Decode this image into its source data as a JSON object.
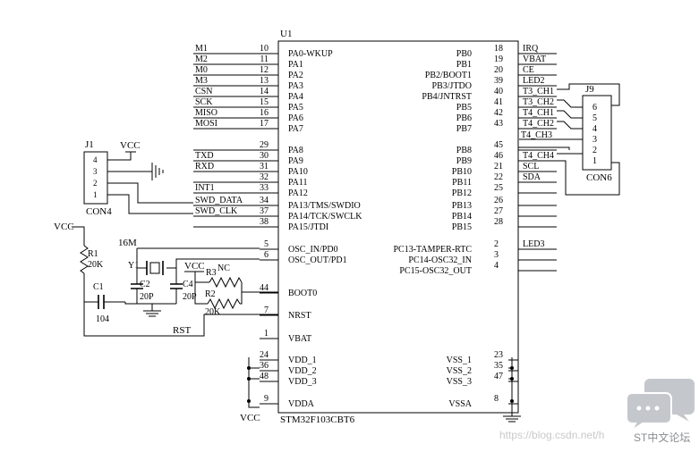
{
  "chip": {
    "ref": "U1",
    "part": "STM32F103CBT6",
    "left_pins": [
      {
        "net": "M1",
        "num": "10",
        "name": "PA0-WKUP"
      },
      {
        "net": "M2",
        "num": "11",
        "name": "PA1"
      },
      {
        "net": "M0",
        "num": "12",
        "name": "PA2"
      },
      {
        "net": "M3",
        "num": "13",
        "name": "PA3"
      },
      {
        "net": "CSN",
        "num": "14",
        "name": "PA4"
      },
      {
        "net": "SCK",
        "num": "15",
        "name": "PA5"
      },
      {
        "net": "MISO",
        "num": "16",
        "name": "PA6"
      },
      {
        "net": "MOSI",
        "num": "17",
        "name": "PA7"
      },
      {
        "net": "",
        "num": "29",
        "name": "PA8"
      },
      {
        "net": "TXD",
        "num": "30",
        "name": "PA9"
      },
      {
        "net": "RXD",
        "num": "31",
        "name": "PA10"
      },
      {
        "net": "",
        "num": "32",
        "name": "PA11"
      },
      {
        "net": "INT1",
        "num": "33",
        "name": "PA12"
      },
      {
        "net": "SWD_DATA",
        "num": "34",
        "name": "PA13/TMS/SWDIO"
      },
      {
        "net": "SWD_CLK",
        "num": "37",
        "name": "PA14/TCK/SWCLK"
      },
      {
        "net": "",
        "num": "38",
        "name": "PA15/JTDI"
      },
      {
        "net": "16M",
        "num": "5",
        "name": "OSC_IN/PD0"
      },
      {
        "net": "",
        "num": "6",
        "name": "OSC_OUT/PD1"
      },
      {
        "net": "",
        "num": "44",
        "name": "BOOT0"
      },
      {
        "net": "",
        "num": "7",
        "name": "NRST"
      },
      {
        "net": "",
        "num": "1",
        "name": "VBAT"
      },
      {
        "net": "",
        "num": "24",
        "name": "VDD_1"
      },
      {
        "net": "",
        "num": "36",
        "name": "VDD_2"
      },
      {
        "net": "",
        "num": "48",
        "name": "VDD_3"
      },
      {
        "net": "",
        "num": "9",
        "name": "VDDA"
      }
    ],
    "right_pins": [
      {
        "name": "PB0",
        "num": "18",
        "net": "IRQ"
      },
      {
        "name": "PB1",
        "num": "19",
        "net": "VBAT"
      },
      {
        "name": "PB2/BOOT1",
        "num": "20",
        "net": "CE"
      },
      {
        "name": "PB3/JTDO",
        "num": "39",
        "net": "LED2"
      },
      {
        "name": "PB4/JNTRST",
        "num": "40",
        "net": "T3_CH1"
      },
      {
        "name": "PB5",
        "num": "41",
        "net": "T3_CH2"
      },
      {
        "name": "PB6",
        "num": "42",
        "net": "T4_CH1"
      },
      {
        "name": "PB7",
        "num": "43",
        "net": "T4_CH2"
      },
      {
        "name": "PB8",
        "num": "45",
        "net": ""
      },
      {
        "name": "PB9",
        "num": "46",
        "net": "T4_CH4"
      },
      {
        "name": "PB10",
        "num": "21",
        "net": "SCL"
      },
      {
        "name": "PB11",
        "num": "22",
        "net": "SDA"
      },
      {
        "name": "PB12",
        "num": "25",
        "net": ""
      },
      {
        "name": "PB13",
        "num": "26",
        "net": ""
      },
      {
        "name": "PB14",
        "num": "27",
        "net": ""
      },
      {
        "name": "PB15",
        "num": "28",
        "net": ""
      },
      {
        "name": "PC13-TAMPER-RTC",
        "num": "2",
        "net": "LED3"
      },
      {
        "name": "PC14-OSC32_IN",
        "num": "3",
        "net": ""
      },
      {
        "name": "PC15-OSC32_OUT",
        "num": "4",
        "net": ""
      },
      {
        "name": "VSS_1",
        "num": "23",
        "net": ""
      },
      {
        "name": "VSS_2",
        "num": "35",
        "net": ""
      },
      {
        "name": "VSS_3",
        "num": "47",
        "net": ""
      },
      {
        "name": "VSSA",
        "num": "8",
        "net": ""
      }
    ]
  },
  "j9": {
    "ref": "J9",
    "part": "CON6",
    "pins": [
      "6",
      "5",
      "4",
      "3",
      "2",
      "1"
    ],
    "extra_net": "T4_CH3"
  },
  "j1": {
    "ref": "J1",
    "part": "CON4",
    "pins": [
      "4",
      "3",
      "2",
      "1"
    ],
    "vcc": "VCC"
  },
  "passives": {
    "vcc_left": "VCC",
    "r1_ref": "R1",
    "r1_val": "20K",
    "c1_ref": "C1",
    "c1_val": "104",
    "y1_ref": "Y1",
    "c2_ref": "C2",
    "c2_val": "20P",
    "c4_ref": "C4",
    "c4_val": "20P",
    "vcc_top": "VCC",
    "r3_ref": "R3",
    "r3_val": "NC",
    "r2_ref": "R2",
    "r2_val": "20K",
    "rst": "RST",
    "vcc_bottom": "VCC"
  },
  "watermark": {
    "url": "https://blog.csdn.net/h",
    "brand": "ST中文论坛"
  }
}
